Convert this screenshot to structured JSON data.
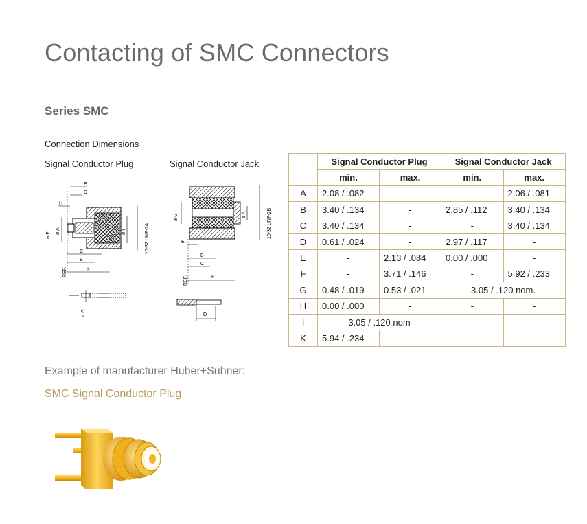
{
  "page": {
    "title": "Contacting of SMC Connectors",
    "series_heading": "Series SMC",
    "section_label": "Connection Dimensions",
    "plug_label": "Signal Conductor Plug",
    "jack_label": "Signal Conductor Jack"
  },
  "drawings": {
    "plug": {
      "labels": [
        "E",
        "D",
        "H",
        "ø F",
        "ø A",
        "ø I",
        "C",
        "B",
        "K",
        "REF.",
        "10-32 UNF-2A"
      ],
      "small_label": "ø G"
    },
    "jack": {
      "labels": [
        "ø G",
        "ø A",
        "E",
        "B",
        "C",
        "F",
        "REF.",
        "10-32 UNF-2B"
      ],
      "small_label": "D"
    }
  },
  "table": {
    "groups": [
      "Signal Conductor Plug",
      "Signal Conductor Jack"
    ],
    "subheaders": [
      "min.",
      "max.",
      "min.",
      "max."
    ],
    "rows": [
      {
        "label": "A",
        "cells": [
          "2.08 / .082",
          "-",
          "-",
          "2.06 / .081"
        ]
      },
      {
        "label": "B",
        "cells": [
          "3.40 / .134",
          "-",
          "2.85 / .112",
          "3.40 / .134"
        ]
      },
      {
        "label": "C",
        "cells": [
          "3.40 / .134",
          "-",
          "-",
          "3.40 / .134"
        ]
      },
      {
        "label": "D",
        "cells": [
          "0.61 / .024",
          "-",
          "2.97 / .117",
          "-"
        ]
      },
      {
        "label": "E",
        "cells": [
          "-",
          "2.13 / .084",
          "0.00 / .000",
          "-"
        ]
      },
      {
        "label": "F",
        "cells": [
          "-",
          "3.71 / .146",
          "-",
          "5.92 / .233"
        ]
      },
      {
        "label": "G",
        "cells": [
          "0.48 / .019",
          "0.53 / .021",
          "3.05 / .120 nom."
        ]
      },
      {
        "label": "H",
        "cells": [
          "0.00 / .000",
          "-",
          "-",
          "-"
        ]
      },
      {
        "label": "I",
        "cells": [
          "3.05 / .120 nom",
          "-",
          "-"
        ]
      },
      {
        "label": "K",
        "cells": [
          "5.94 / .234",
          "-",
          "-",
          "-"
        ]
      }
    ]
  },
  "example": {
    "text": "Example of manufacturer Huber+Suhner:",
    "product": "SMC Signal Conductor Plug"
  },
  "colors": {
    "table_border": "#c9b48a",
    "accent_gold": "#b89a5c",
    "title_gray": "#6b6b6b",
    "connector_gold": "#f2b51f"
  }
}
